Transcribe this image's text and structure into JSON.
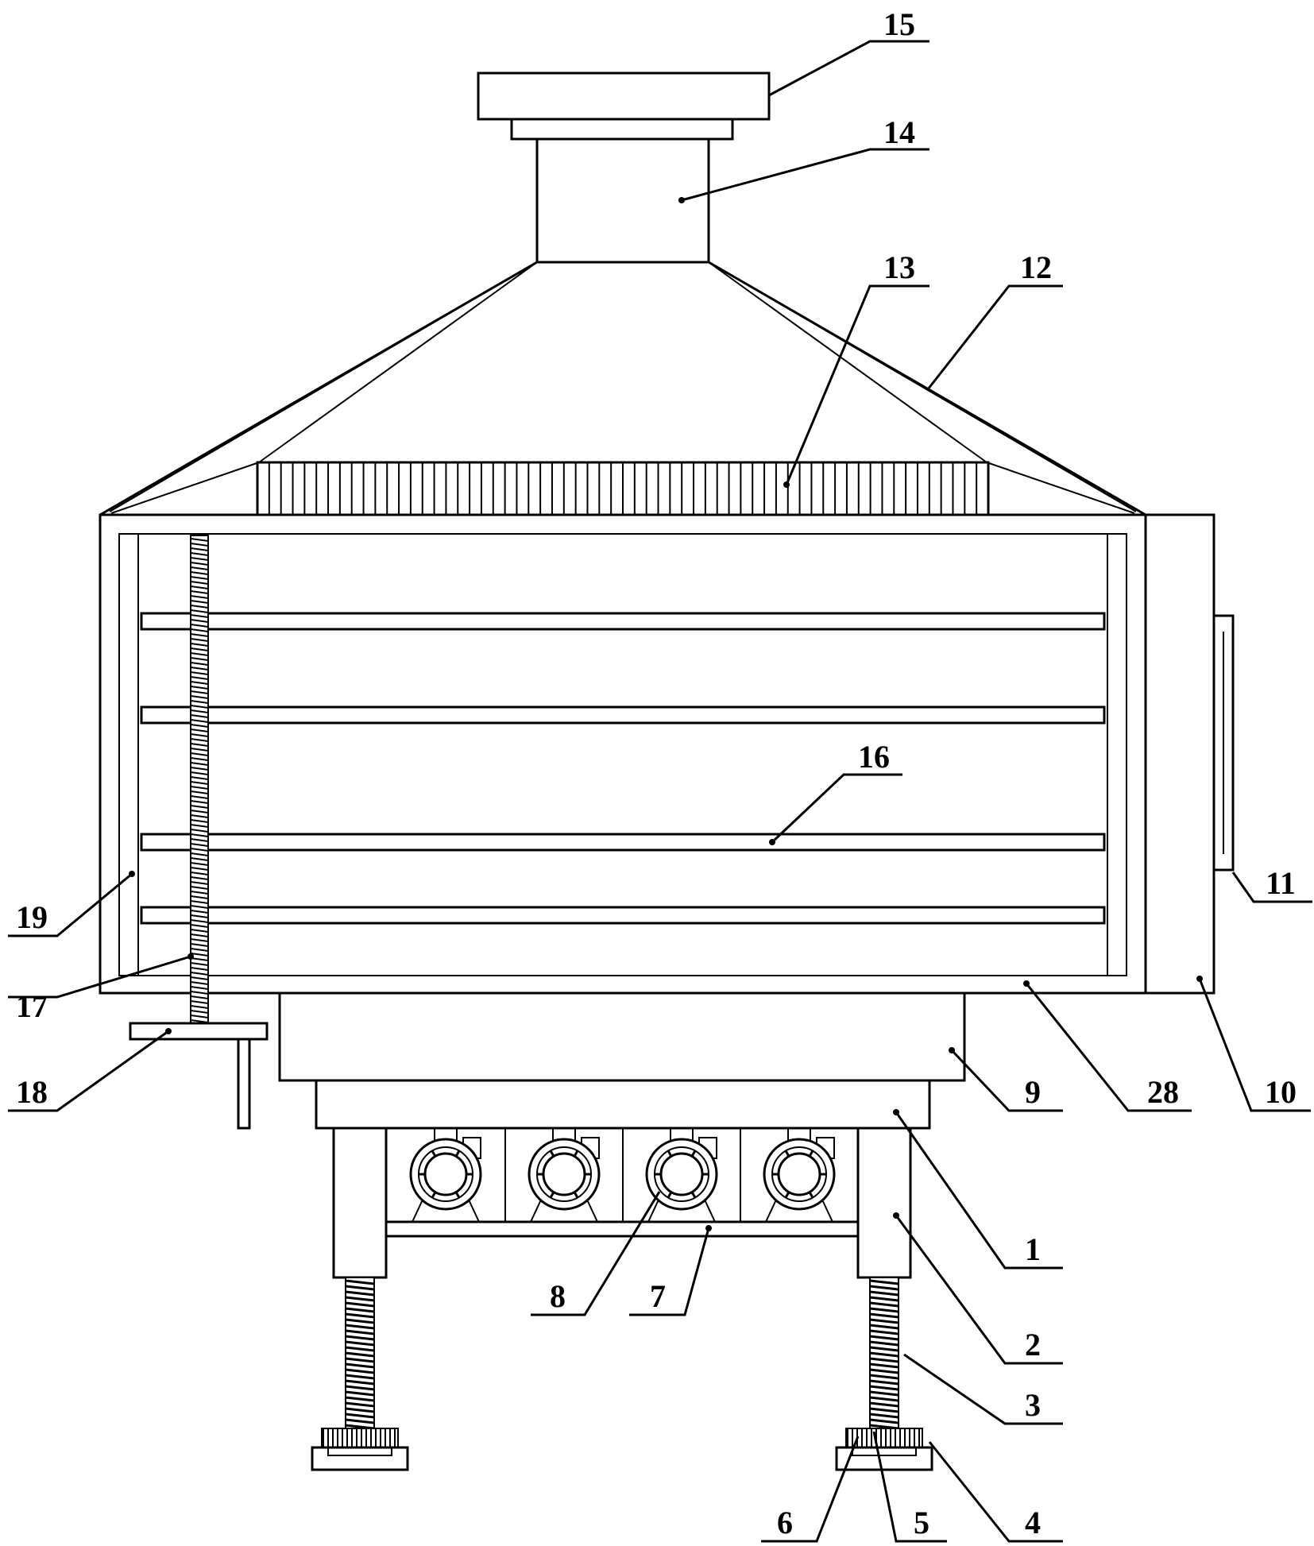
{
  "diagram": {
    "labels": [
      {
        "id": "1",
        "text": "1"
      },
      {
        "id": "2",
        "text": "2"
      },
      {
        "id": "3",
        "text": "3"
      },
      {
        "id": "4",
        "text": "4"
      },
      {
        "id": "5",
        "text": "5"
      },
      {
        "id": "6",
        "text": "6"
      },
      {
        "id": "7",
        "text": "7"
      },
      {
        "id": "8",
        "text": "8"
      },
      {
        "id": "9",
        "text": "9"
      },
      {
        "id": "10",
        "text": "10"
      },
      {
        "id": "11",
        "text": "11"
      },
      {
        "id": "12",
        "text": "12"
      },
      {
        "id": "13",
        "text": "13"
      },
      {
        "id": "14",
        "text": "14"
      },
      {
        "id": "15",
        "text": "15"
      },
      {
        "id": "16",
        "text": "16"
      },
      {
        "id": "17",
        "text": "17"
      },
      {
        "id": "18",
        "text": "18"
      },
      {
        "id": "19",
        "text": "19"
      },
      {
        "id": "28",
        "text": "28"
      }
    ]
  }
}
